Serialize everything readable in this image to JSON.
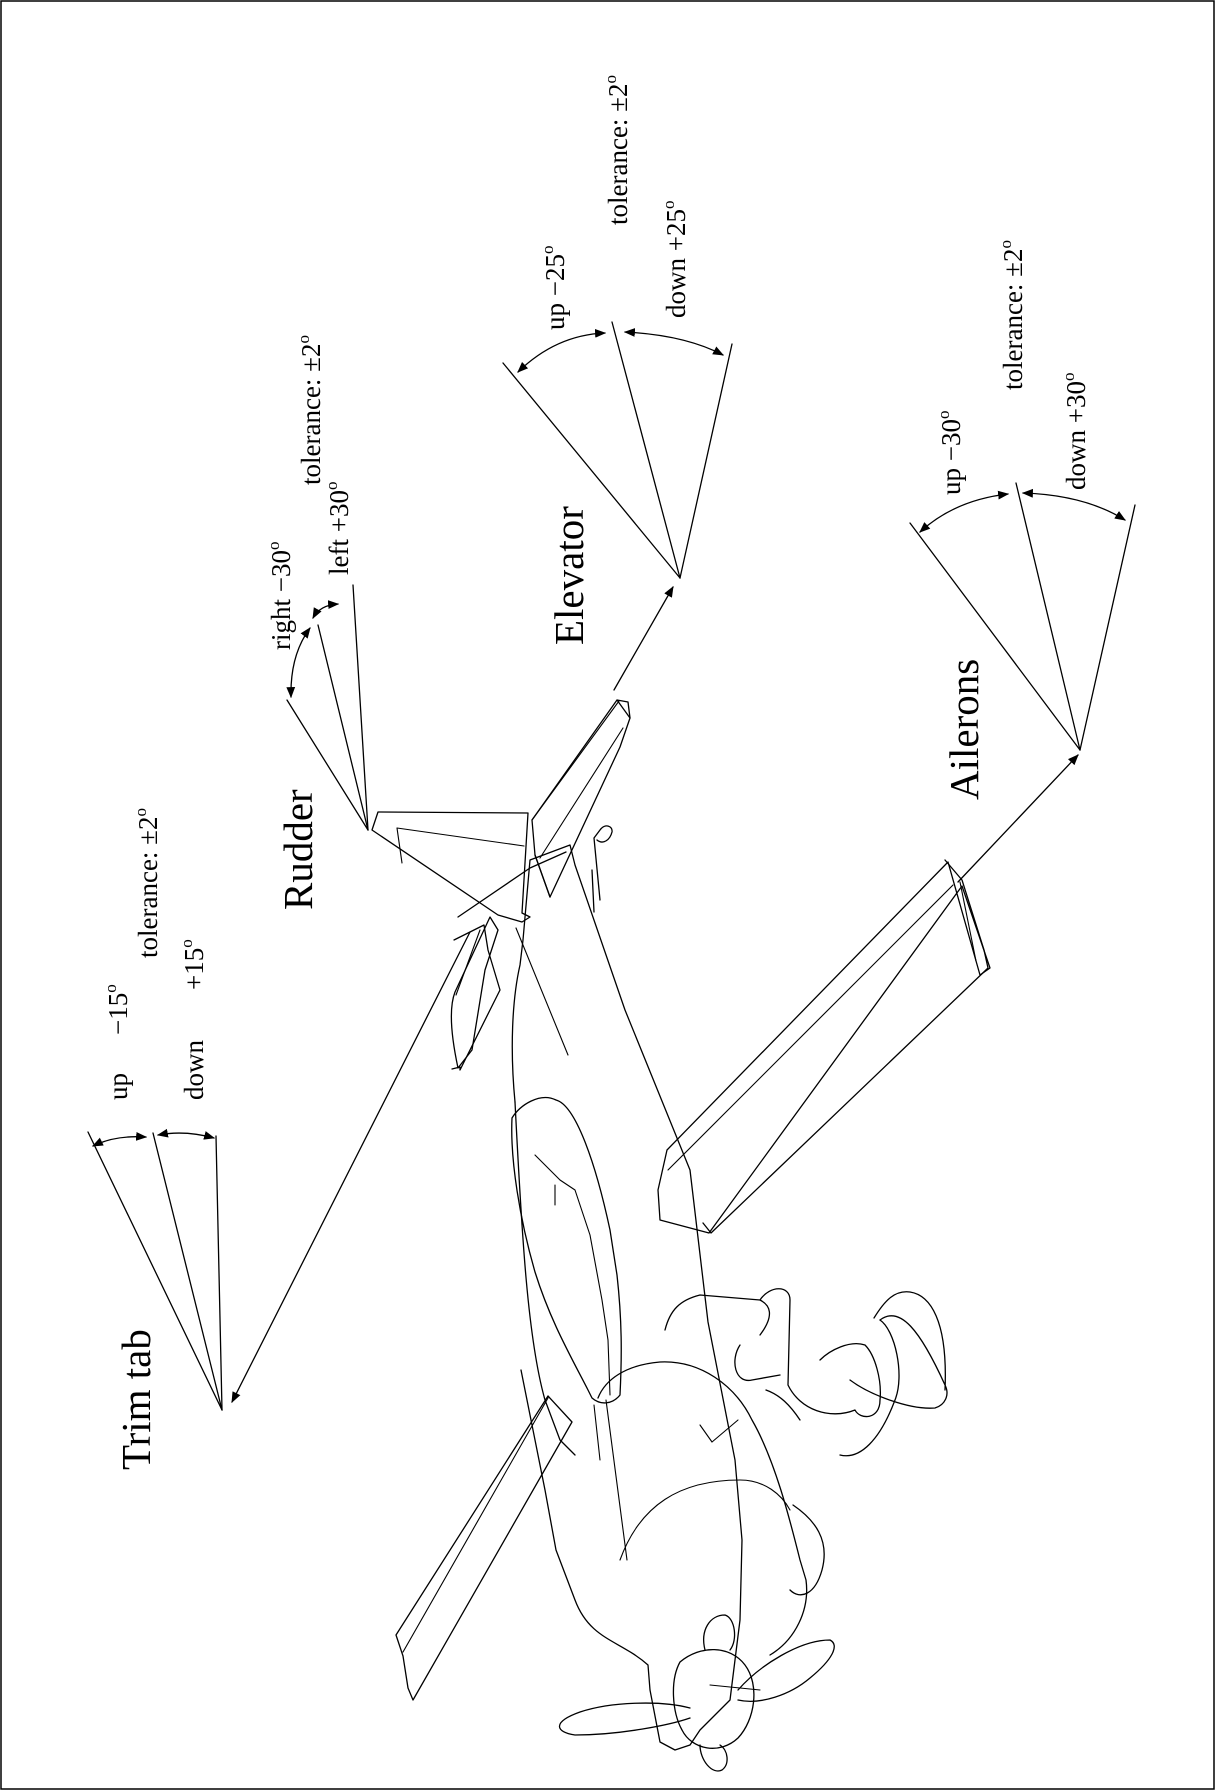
{
  "labels": {
    "trim_tab": "Trim tab",
    "rudder": "Rudder",
    "elevator": "Elevator",
    "ailerons": "Ailerons"
  },
  "trim_tab": {
    "up": "up",
    "up_value": "−15",
    "down": "down",
    "down_value": "+15",
    "tolerance": "tolerance: ±2"
  },
  "rudder": {
    "right": "right −30",
    "left": "left +30",
    "tolerance": "tolerance: ±2"
  },
  "elevator": {
    "up": "up −25",
    "down": "down +25",
    "tolerance": "tolerance: ±2"
  },
  "ailerons": {
    "up": "up −30",
    "down": "down +30",
    "tolerance": "tolerance: ±2"
  },
  "degree_mark": "o"
}
